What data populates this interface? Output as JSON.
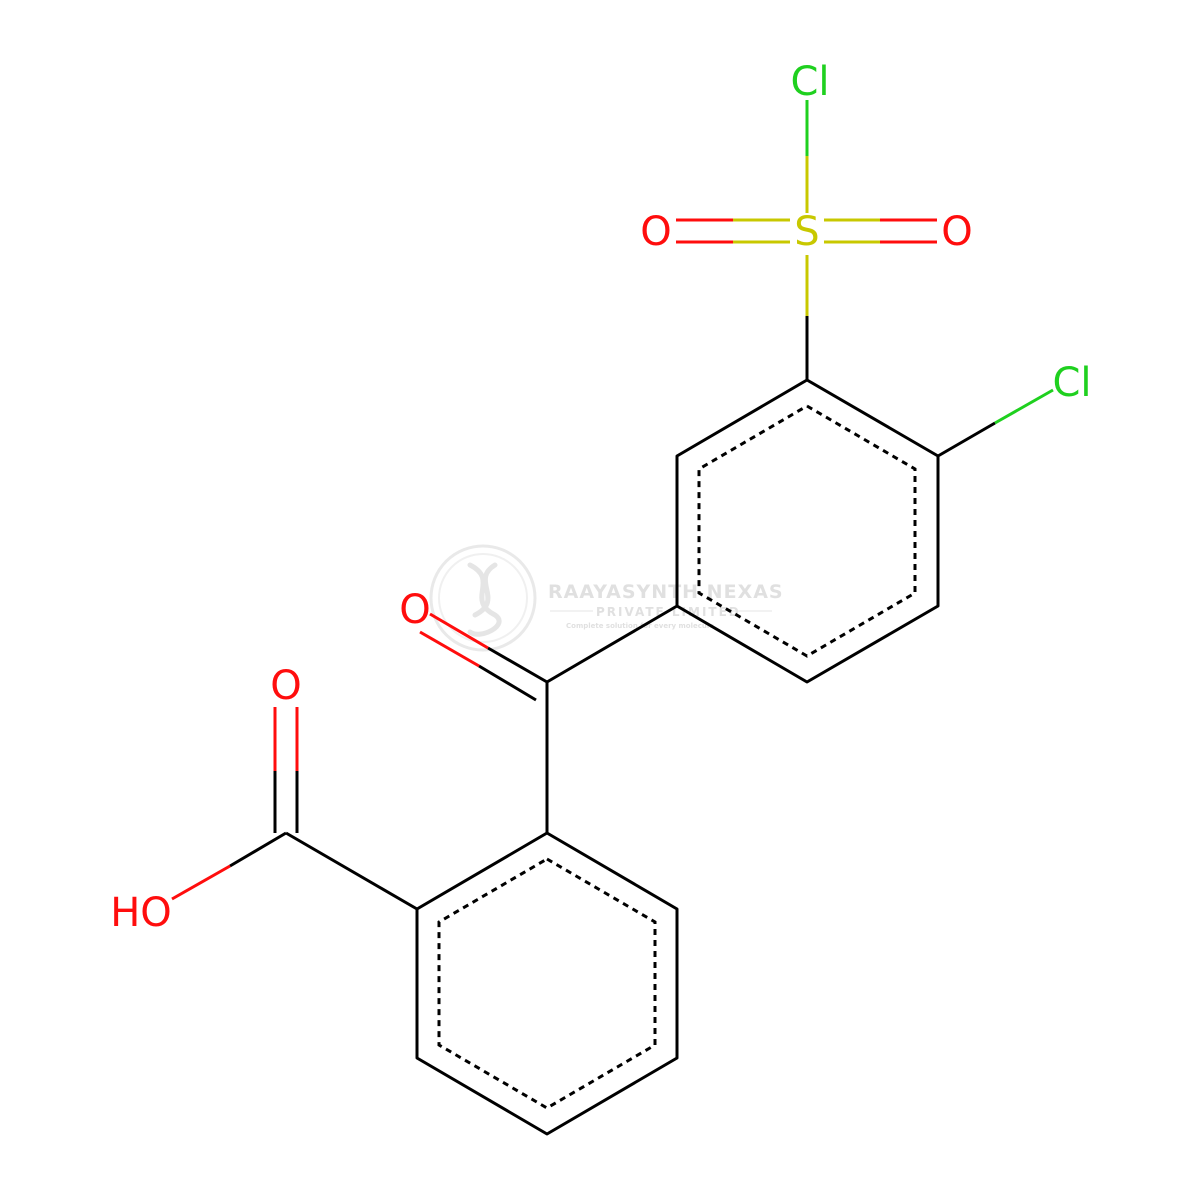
{
  "colors": {
    "bond": "#000000",
    "oxygen": "#ff0d0d",
    "chlorine": "#1fd01f",
    "sulfur": "#c8c800",
    "watermark": "#c8c8c8"
  },
  "atoms": {
    "cl_top": "Cl",
    "s": "S",
    "o_left": "O",
    "o_right": "O",
    "cl_ring": "Cl",
    "o_ketone": "O",
    "o_acid": "O",
    "oh": "HO"
  },
  "watermark": {
    "title": "RAAYASYNTH NEXAS",
    "subtitle": "PRIVATE LIMITED",
    "tagline": "Complete solution for every molecule"
  }
}
